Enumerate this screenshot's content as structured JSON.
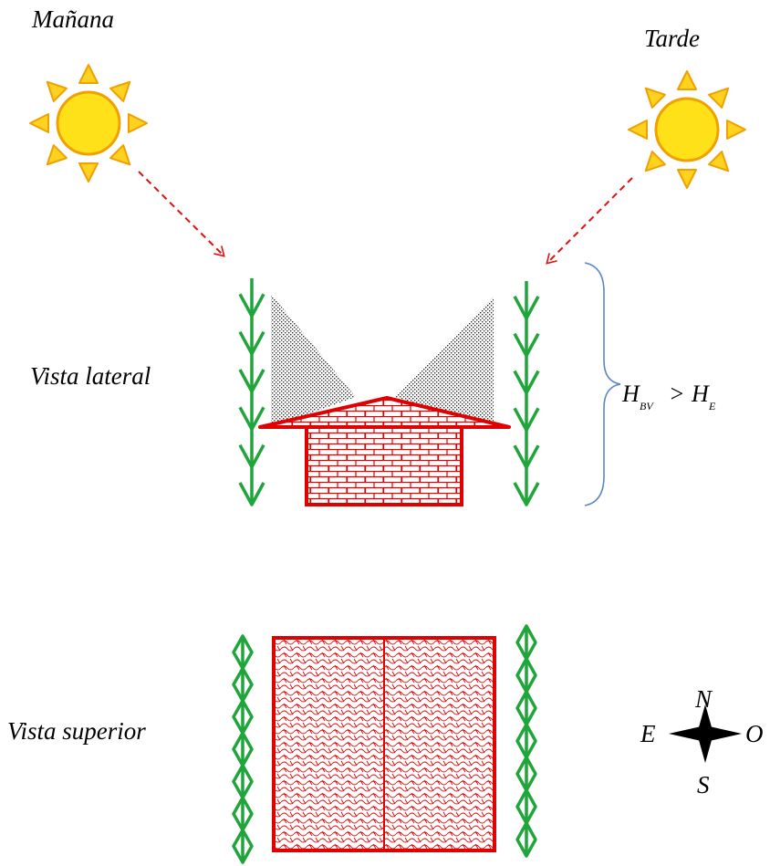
{
  "labels": {
    "morning": "Mañana",
    "afternoon": "Tarde",
    "side_view": "Vista lateral",
    "top_view": "Vista superior"
  },
  "formula": {
    "h_left": "H",
    "sub_left": "BV",
    "operator": ">",
    "h_right": "H",
    "sub_right": "E"
  },
  "compass": {
    "north": "N",
    "south": "S",
    "east": "E",
    "west": "O"
  },
  "colors": {
    "sun_fill": "#FFE11A",
    "sun_stroke": "#F0A000",
    "ray_fill": "#FFD21F",
    "arrow": "#E01010",
    "house": "#E00000",
    "tree": "#1FA53A",
    "shadow": "#333333",
    "brace": "#5B86C5",
    "compass": "#000000"
  },
  "icons": {
    "sun": "sun-icon",
    "tree": "tree-row-icon",
    "house": "house-icon",
    "compass": "compass-rose-icon"
  }
}
